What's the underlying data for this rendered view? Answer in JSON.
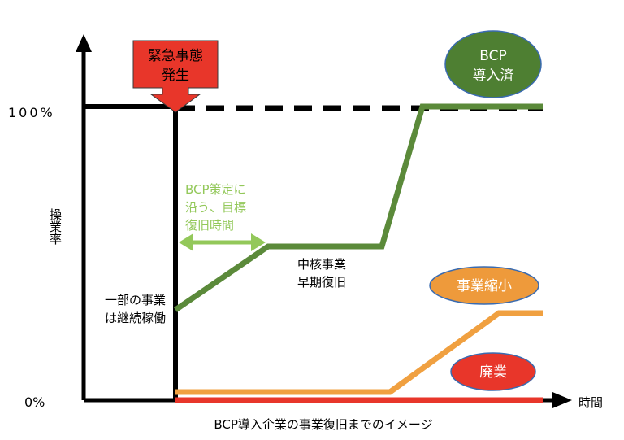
{
  "axis": {
    "y_label": "操業率",
    "x_label": "時間",
    "tick_100": "100%",
    "tick_0": "0%"
  },
  "event_box": {
    "line1": "緊急事態",
    "line2": "発生",
    "color": "#E8362A"
  },
  "bcp_target_note": {
    "line1": "BCP策定に",
    "line2": "沿う、目標",
    "line3": "復旧時間",
    "color": "#93C85A"
  },
  "partial_operation": {
    "line1": "一部の事業",
    "line2": "は継続稼働"
  },
  "core_business": {
    "line1": "中核事業",
    "line2": "早期復旧"
  },
  "badges": {
    "bcp": {
      "line1": "BCP",
      "line2": "導入済",
      "fill": "#4E7F32",
      "stroke": "#3A6BB0"
    },
    "shrink": {
      "label": "事業縮小",
      "fill": "#EE9A3B",
      "stroke": "#3A6BB0"
    },
    "closure": {
      "label": "廃業",
      "fill": "#E8362A",
      "stroke": "#3A6BB0"
    }
  },
  "lines": {
    "bcp_color": "#5B8A3A",
    "shrink_color": "#F0A040",
    "closure_color": "#E8362A"
  },
  "caption": "BCP導入企業の事業復旧までのイメージ"
}
